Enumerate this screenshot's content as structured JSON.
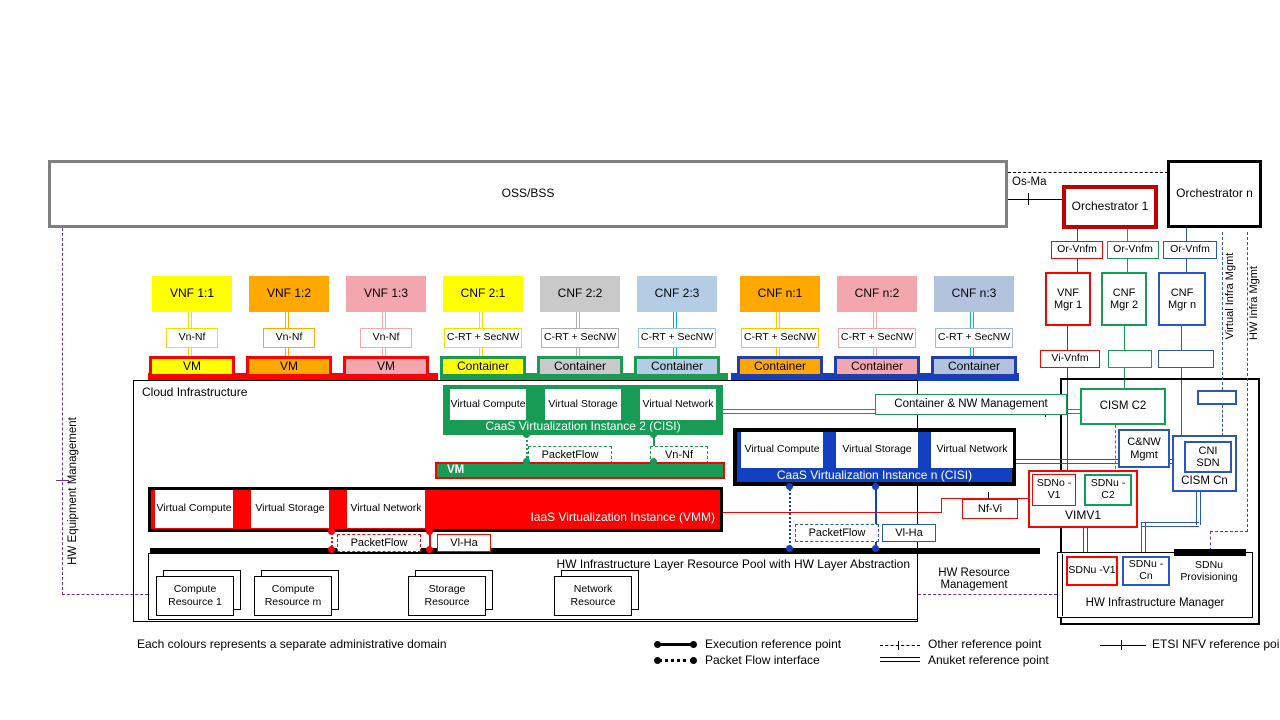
{
  "colors": {
    "red": "#FF0000",
    "dark_red": "#C00000",
    "green": "#179B55",
    "blue": "#2A55C2",
    "deep_blue": "#1340C0",
    "container_blue": "#1F3EB0",
    "cyan": "#00B0F0",
    "purple": "#7030A0",
    "gray_border": "#7F7F7F",
    "black": "#000000"
  },
  "oss": {
    "label": "OSS/BSS"
  },
  "os_ma": "Os-Ma",
  "orchestrator1": "Orchestrator 1",
  "orchestrator_n": "Orchestrator n",
  "or_vnfm": {
    "a": "Or-Vnfm",
    "b": "Or-Vnfm",
    "c": "Or-Vnfm"
  },
  "vi_vnfm": "Vi-Vnfm",
  "managers": {
    "vnf_mgr1": "VNF Mgr 1",
    "cnf_mgr2": "CNF Mgr 2",
    "cnf_mgrn": "CNF Mgr n"
  },
  "nf": {
    "items": [
      {
        "label": "VNF 1:1",
        "ref": "Vn-Nf",
        "runtime": "VM",
        "fill": "#FFFF00",
        "line": "#F0E000",
        "ref_border": "#F0E000",
        "runtime_border": "#FF0000"
      },
      {
        "label": "VNF 1:2",
        "ref": "Vn-Nf",
        "runtime": "VM",
        "fill": "#FFA800",
        "line": "#FFA800",
        "ref_border": "#FFA800",
        "runtime_border": "#FF0000"
      },
      {
        "label": "VNF 1:3",
        "ref": "Vn-Nf",
        "runtime": "VM",
        "fill": "#F4A6AE",
        "line": "#F4A6AE",
        "ref_border": "#F4A6AE",
        "runtime_border": "#FF0000"
      },
      {
        "label": "CNF 2:1",
        "ref": "C-RT + SecNW",
        "runtime": "Container",
        "fill": "#FFFF00",
        "line": "#F0E000",
        "ref_border": "#F0E000",
        "runtime_border": "#179B55"
      },
      {
        "label": "CNF 2:2",
        "ref": "C-RT + SecNW",
        "runtime": "Container",
        "fill": "#C9C9C9",
        "line": "#B0B0B0",
        "ref_border": "#B0B0B0",
        "runtime_border": "#179B55"
      },
      {
        "label": "CNF 2:3",
        "ref": "C-RT + SecNW",
        "runtime": "Container",
        "fill": "#B4CCE4",
        "line": "#00B0F0",
        "ref_border": "#9CC2E5",
        "runtime_border": "#179B55"
      },
      {
        "label": "CNF n:1",
        "ref": "C-RT + SecNW",
        "runtime": "Container",
        "fill": "#FFA800",
        "line": "#FFC000",
        "ref_border": "#FFC000",
        "runtime_border": "#1F3EB0"
      },
      {
        "label": "CNF n:2",
        "ref": "C-RT + SecNW",
        "runtime": "Container",
        "fill": "#F4A6AE",
        "line": "#F4A6AE",
        "ref_border": "#F4A6AE",
        "runtime_border": "#1F3EB0"
      },
      {
        "label": "CNF n:3",
        "ref": "C-RT + SecNW",
        "runtime": "Container",
        "fill": "#B3C3DE",
        "line": "#00B0F0",
        "ref_border": "#A8B8D8",
        "runtime_border": "#1F3EB0"
      }
    ]
  },
  "cloud": {
    "title": "Cloud Infrastructure"
  },
  "cisi2": {
    "title": "CaaS Virtualization Instance 2 (CISI)",
    "compute": "Virtual Compute",
    "storage": "Virtual Storage",
    "network": "Virtual Network",
    "packetflow": "PacketFlow",
    "vn_nf": "Vn-Nf"
  },
  "vm_bar": "VM",
  "vmm": {
    "title": "IaaS Virtualization Instance (VMM)",
    "compute": "Virtual Compute",
    "storage": "Virtual Storage",
    "network": "Virtual Network",
    "packetflow": "PacketFlow",
    "vl_ha": "Vl-Ha"
  },
  "cisin": {
    "title": "CaaS Virtualization Instance n (CISI)",
    "compute": "Virtual Compute",
    "storage": "Virtual Storage",
    "network": "Virtual Network",
    "packetflow": "PacketFlow",
    "vl_ha": "Vl-Ha"
  },
  "container_nw_mgmt": "Container & NW Management",
  "hw_pool": {
    "title": "HW Infrastructure Layer Resource Pool with HW Layer Abstraction",
    "resources": [
      "Compute Resource 1",
      "Compute Resource m",
      "Storage Resource",
      "Network Resource"
    ]
  },
  "hw_resource_mgmt": "HW Resource Management",
  "right": {
    "cism_c2": "CISM C2",
    "cnw_mgmt": "C&NW Mgmt",
    "cni_sdn": "CNI SDN",
    "cism_cn": "CISM Cn",
    "sdno_v1": "SDNo -V1",
    "sdnu_c2": "SDNu -C2",
    "vimv1": "VIMV1",
    "nf_vi": "Nf-Vi",
    "sdnu_v1": "SDNu -V1",
    "sdnu_cn": "SDNu -Cn",
    "sdnu_prov": "SDNu Provisioning",
    "hw_infra_mgr": "HW Infrastructure Manager"
  },
  "domains": {
    "left": "HW Equipment Management",
    "virtual_infra": "Virtual Infra Mgmt",
    "hw_infra": "HW Infra Mgmt"
  },
  "legend": {
    "execution": "Execution reference point",
    "packet_flow": "Packet Flow interface",
    "other": "Other reference point",
    "anuket": "Anuket reference point",
    "etsi": "ETSI NFV reference point"
  },
  "footnote": "Each colours represents a separate administrative domain"
}
